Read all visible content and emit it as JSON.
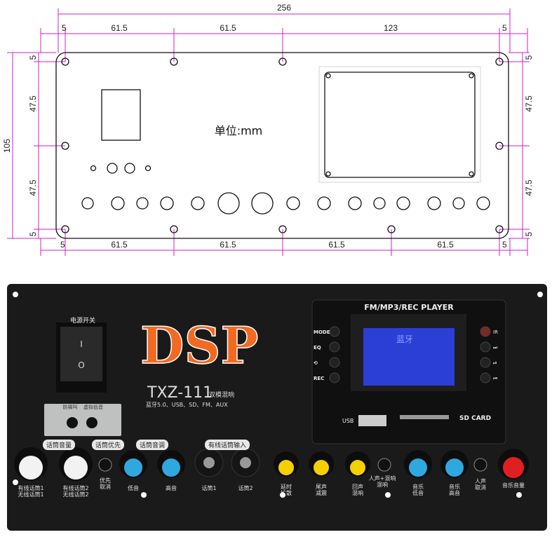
{
  "drawing": {
    "unit_label": "单位:mm",
    "overall_width": "256",
    "overall_height": "105",
    "top_dims": [
      "5",
      "61.5",
      "61.5",
      "123",
      "5"
    ],
    "bottom_dims": [
      "5",
      "61.5",
      "61.5",
      "61.5",
      "61.5",
      "5"
    ],
    "left_dims": [
      "5",
      "47.5",
      "47.5",
      "5"
    ],
    "right_dims": [
      "5",
      "47.5",
      "47.5",
      "5"
    ],
    "line_color": "#d21fc8"
  },
  "panel": {
    "power_label": "电源开关",
    "switch_on": "I",
    "switch_off": "O",
    "anti_howl": "防啸叫",
    "virtual_bass": "虚拟低音",
    "brand": "DSP",
    "model": "TXZ-111",
    "model_sub": "双模混响",
    "features": "蓝牙5.0、USB、SD、FM、AUX",
    "player": {
      "title": "FM/MP3/REC PLAYER",
      "left_buttons": [
        "MODE",
        "EQ",
        "⟲",
        "REC"
      ],
      "right_buttons": [
        "IR",
        "⏭",
        "⏯",
        "⏮"
      ],
      "screen_text": "蓝牙",
      "usb": "USB",
      "sd": "SD CARD",
      "screen_color": "#2b3fd6"
    },
    "groups": {
      "mic_volume": "话筒音量",
      "mic_priority": "话筒优先",
      "mic_tone": "话筒音调",
      "wired_mic_input": "有线话筒输入"
    },
    "labels": {
      "mic1": "有线话筒1\n无线话筒1",
      "mic2": "有线话筒2\n无线话筒2",
      "priority": "优先\n取消",
      "bass": "低音",
      "treble": "高音",
      "jack1": "话筒1",
      "jack2": "话筒2",
      "delay": "延时\n扩散",
      "tail": "尾声\n减震",
      "echo": "回声\n混响",
      "mode": "人声+混响\n混响",
      "music_bass": "音乐\n低音",
      "music_treble": "音乐\n高音",
      "vocal_cancel": "人声\n取消",
      "music_volume": "音乐音量"
    }
  }
}
